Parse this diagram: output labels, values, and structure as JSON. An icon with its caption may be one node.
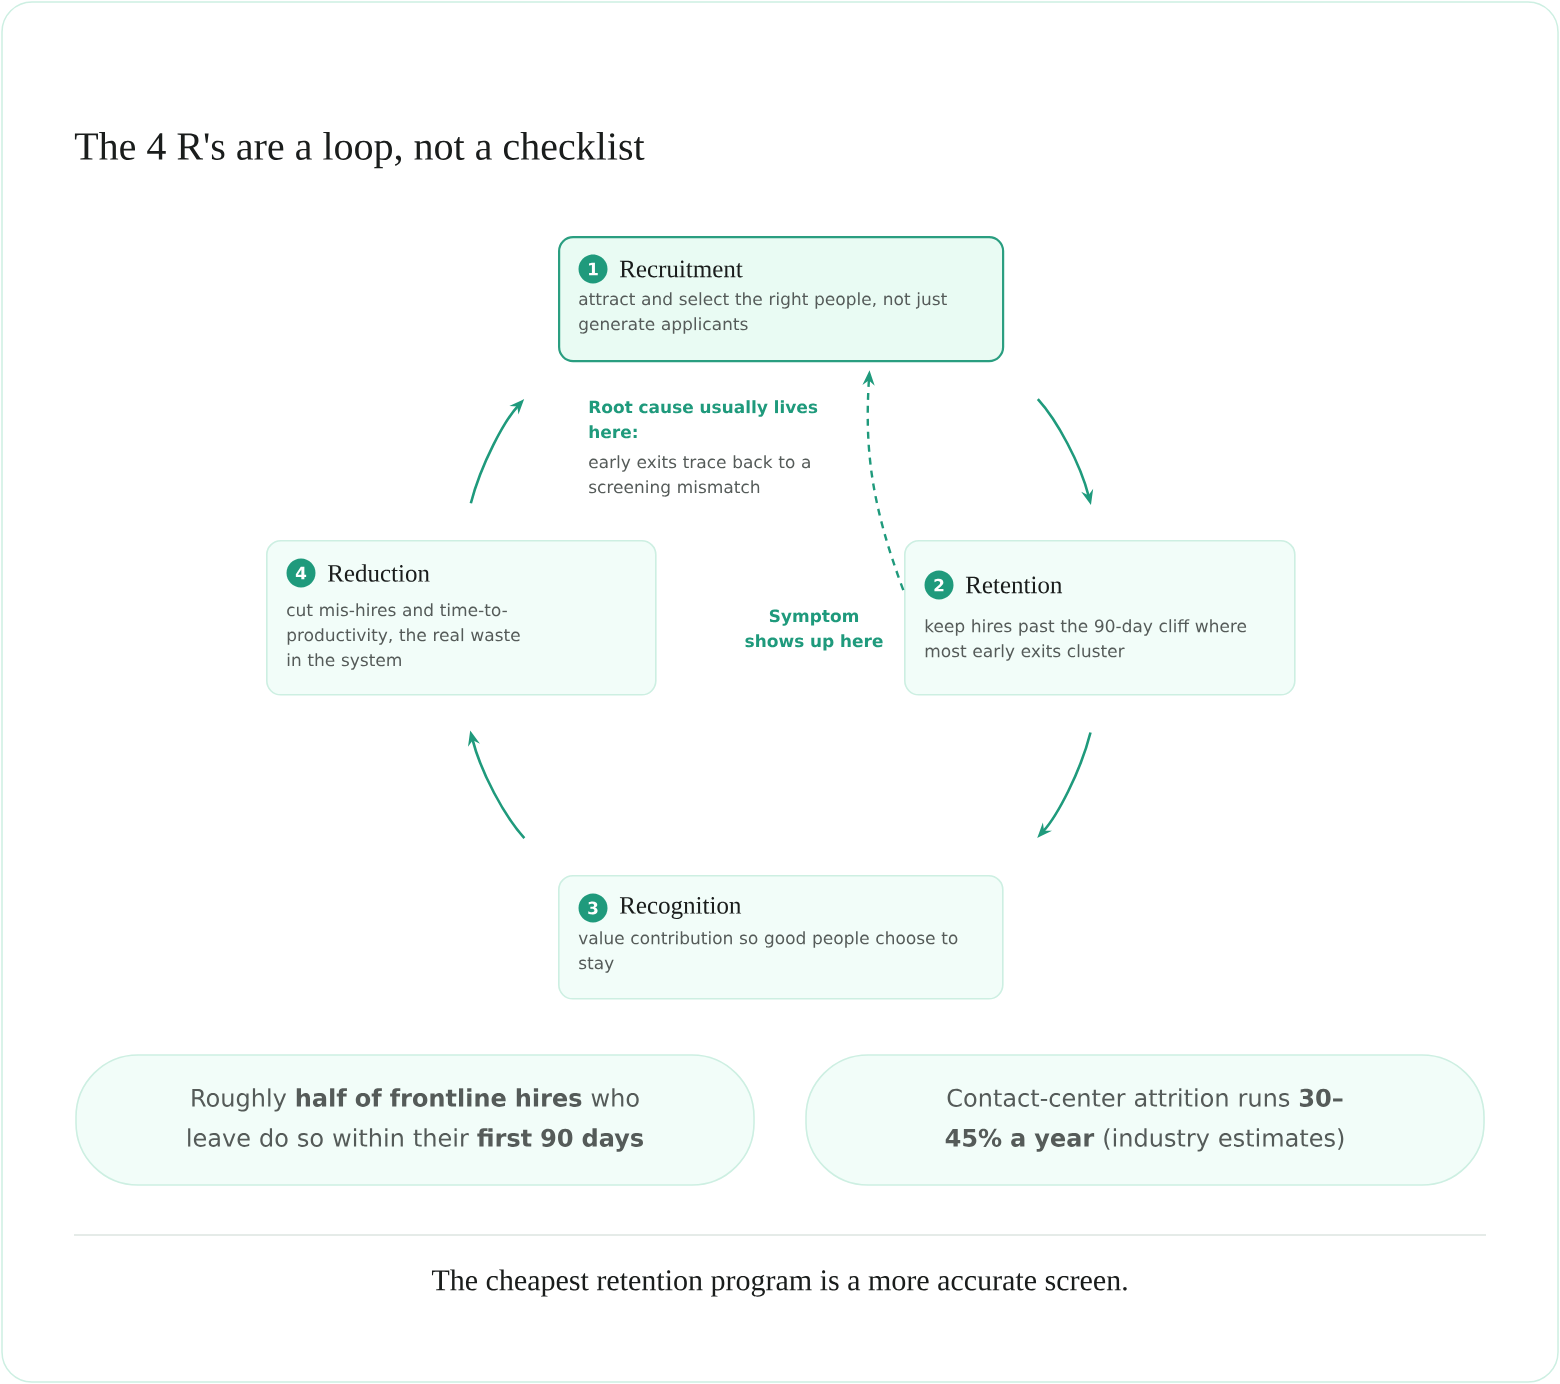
{
  "diagram": {
    "title": "The 4 R's are a loop, not a checklist",
    "caption": "The cheapest retention program is a more accurate screen.",
    "nodes": [
      {
        "text": [
          "1",
          "Recruitment",
          "attract and select the right people, not just generate applicants"
        ]
      },
      {
        "text": [
          "4",
          "Reduction",
          "cut mis-hires and time-to-productivity, the real waste in the system"
        ]
      },
      {
        "text": [
          "2",
          "Retention",
          "keep hires past the 90-day cliff where most early exits cluster"
        ]
      },
      {
        "text": [
          "3",
          "Recognition",
          "value contribution so good people choose to stay"
        ]
      },
      {
        "text": [
          "Roughly **half of frontline hires** who leave do so within their **first 90 days**"
        ]
      },
      {
        "text": [
          "Contact-center attrition runs **30–45% a year** (industry estimates)"
        ]
      }
    ],
    "edges": [
      {
        "from": 0,
        "to": 2,
        "arrow": "to"
      },
      {
        "from": 2,
        "to": 3,
        "arrow": "to"
      },
      {
        "from": 3,
        "to": 1,
        "arrow": "to"
      },
      {
        "from": 1,
        "to": 0,
        "arrow": "to"
      },
      {
        "from": 2,
        "to": 0,
        "arrow": "to",
        "style": "dashed"
      }
    ],
    "labels": [
      "Root cause usually lives here:",
      "early exits trace back to a screening mismatch",
      "Symptom shows up here"
    ]
  }
}
